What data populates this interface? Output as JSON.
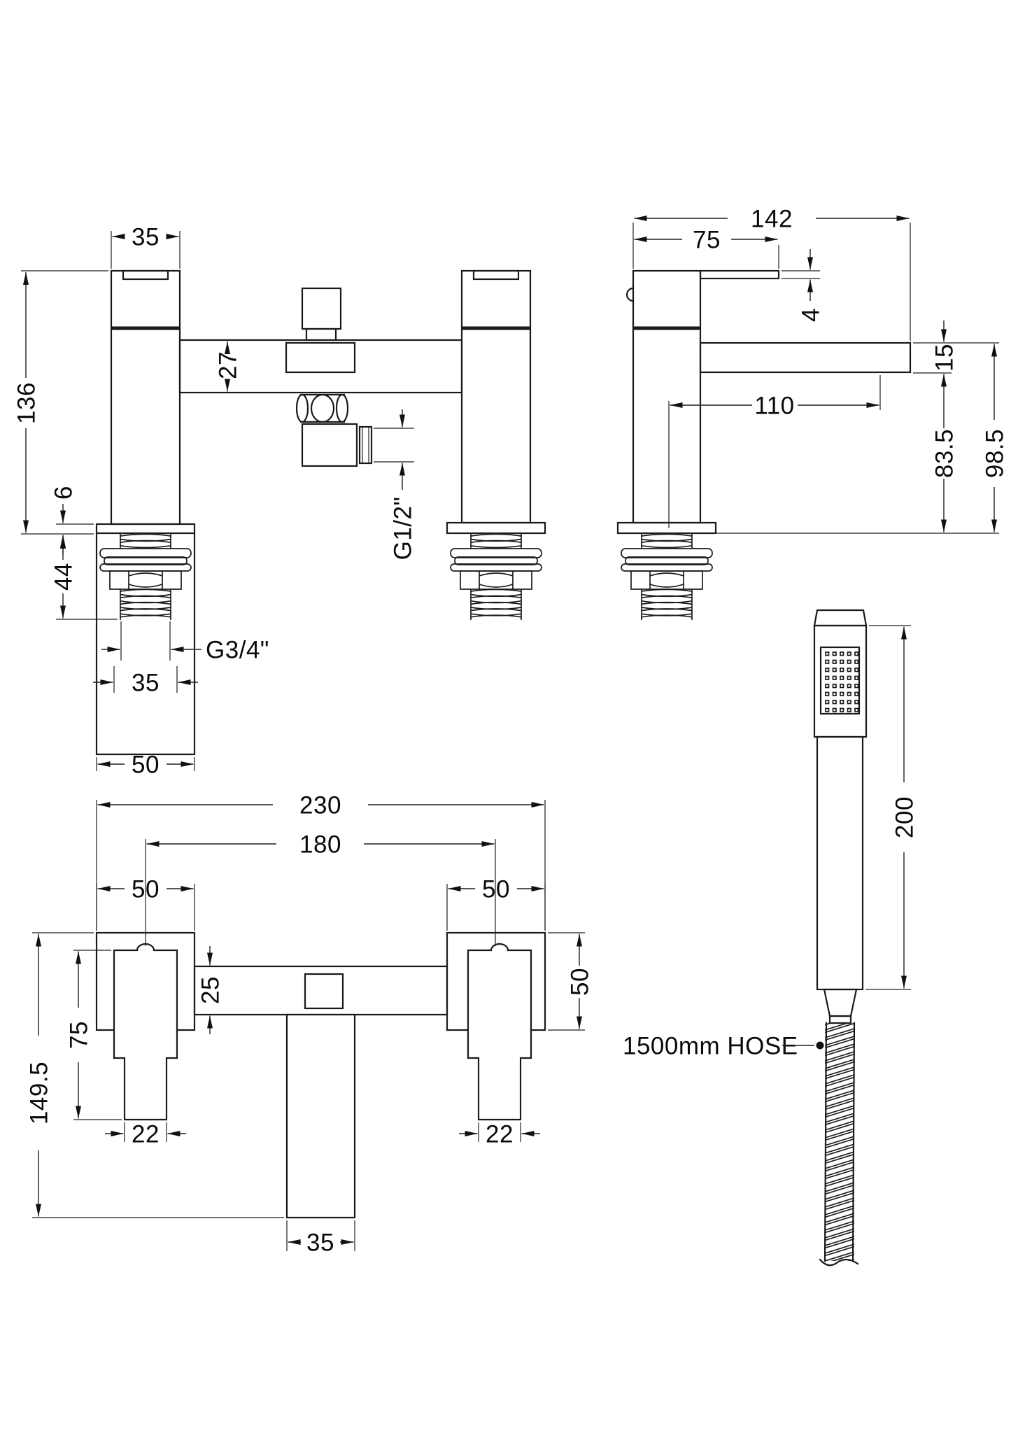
{
  "colors": {
    "background": "#ffffff",
    "line": "#1a1a1a",
    "text": "#0a0a0a"
  },
  "front": {
    "dim_width_top": "35",
    "dim_bridge_depth": "27",
    "dim_height": "136",
    "dim_deck_plate": "6",
    "dim_tail_length": "44",
    "tail_thread_label": "G3/4\"",
    "dim_tail_width": "35",
    "dim_plate_width": "50",
    "outlet_thread_label": "G1/2\""
  },
  "side": {
    "dim_total_depth": "142",
    "dim_handle_reach": "75",
    "dim_handle_thickness": "4",
    "dim_spout_thickness": "15",
    "dim_spout_reach": "110",
    "dim_spout_underside_height": "83.5",
    "dim_spout_top_height": "98.5"
  },
  "plan": {
    "dim_total_width": "230",
    "dim_centres": "180",
    "dim_plate_left": "50",
    "dim_plate_right": "50",
    "dim_body_depth": "25",
    "dim_handle_length": "75",
    "dim_handle_width_left": "22",
    "dim_handle_width_right": "22",
    "dim_total_depth": "149.5",
    "dim_spout_width": "35",
    "dim_plate_side": "50"
  },
  "handset": {
    "dim_length": "200",
    "hose_label": "1500mm HOSE"
  }
}
